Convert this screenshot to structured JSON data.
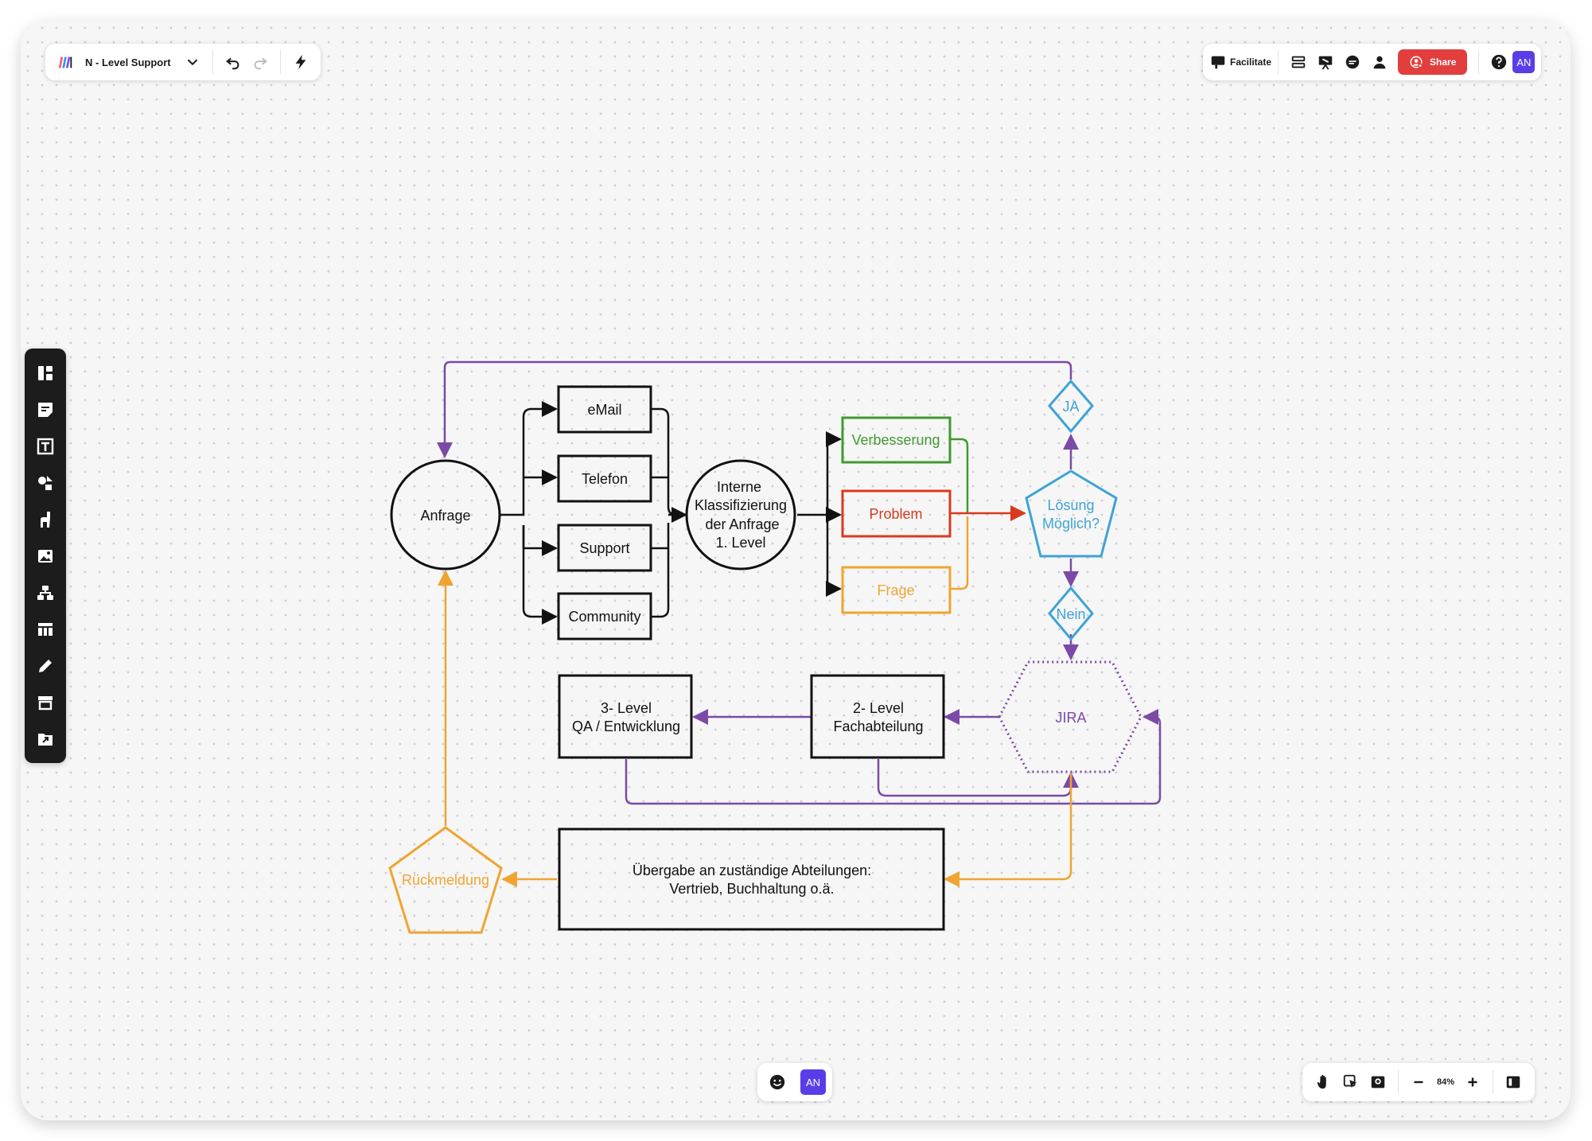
{
  "topbar": {
    "board_title": "N - Level Support",
    "facilitate_label": "Facilitate",
    "share_label": "Share",
    "user_initials": "AN"
  },
  "diagram": {
    "anfrage": "Anfrage",
    "email": "eMail",
    "telefon": "Telefon",
    "support": "Support",
    "community": "Community",
    "klassifizierung": [
      "Interne",
      "Klassifizierung",
      "der Anfrage",
      "1. Level"
    ],
    "verbesserung": "Verbesserung",
    "problem": "Problem",
    "frage": "Frage",
    "loesung": [
      "Lösung",
      "Möglich?"
    ],
    "ja": "JA",
    "nein": "Nein",
    "jira": "JIRA",
    "level2": [
      "2- Level",
      "Fachabteilung"
    ],
    "level3": [
      "3- Level",
      "QA / Entwicklung"
    ],
    "uebergabe": [
      "Übergabe an zuständige Abteilungen:",
      "Vertrieb, Buchhaltung o.ä."
    ],
    "rueckmeldung": "Rückmeldung"
  },
  "bottombar": {
    "zoom": "84%",
    "user_initials": "AN"
  },
  "colors": {
    "purple": "#7b4aa6",
    "green": "#3f9a2e",
    "red": "#d83a1d",
    "orange": "#f0a430",
    "blue": "#3ea3d6",
    "share": "#e23e3e",
    "avatar": "#5b3de8"
  }
}
